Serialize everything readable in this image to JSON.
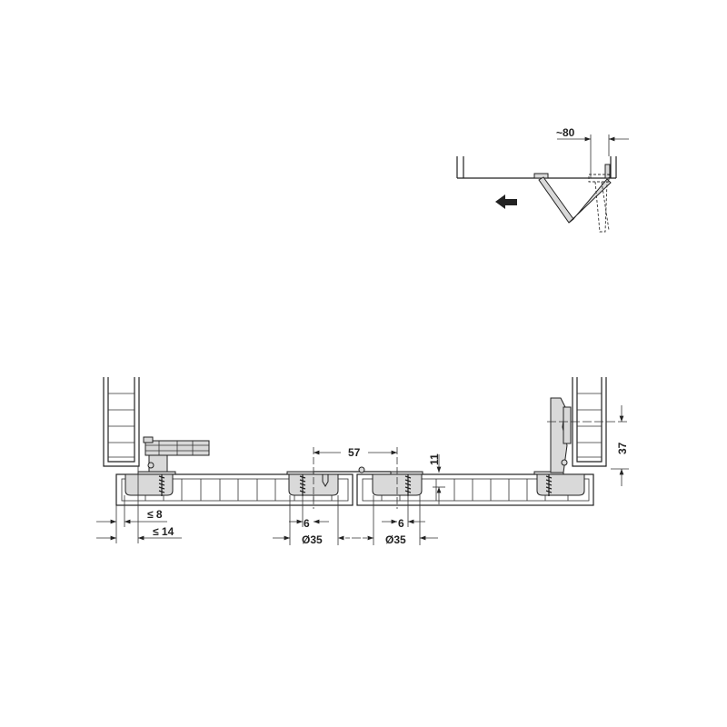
{
  "colors": {
    "line": "#222222",
    "part_fill": "#d9d9d9",
    "background": "#ffffff"
  },
  "top_view": {
    "dimension_opening": "~80",
    "direction_arrow": "arrow-left-icon"
  },
  "installation_view": {
    "dimension_hinge_distance": "57",
    "dimension_cup_depth": "11",
    "dimension_arm_height": "37",
    "dimension_overlay_max": "≤ 8",
    "dimension_gap_max": "≤ 14",
    "left_cup": {
      "edge_distance": "6",
      "cup_diameter": "Ø35"
    },
    "right_cup": {
      "edge_distance": "6",
      "cup_diameter": "Ø35"
    }
  }
}
